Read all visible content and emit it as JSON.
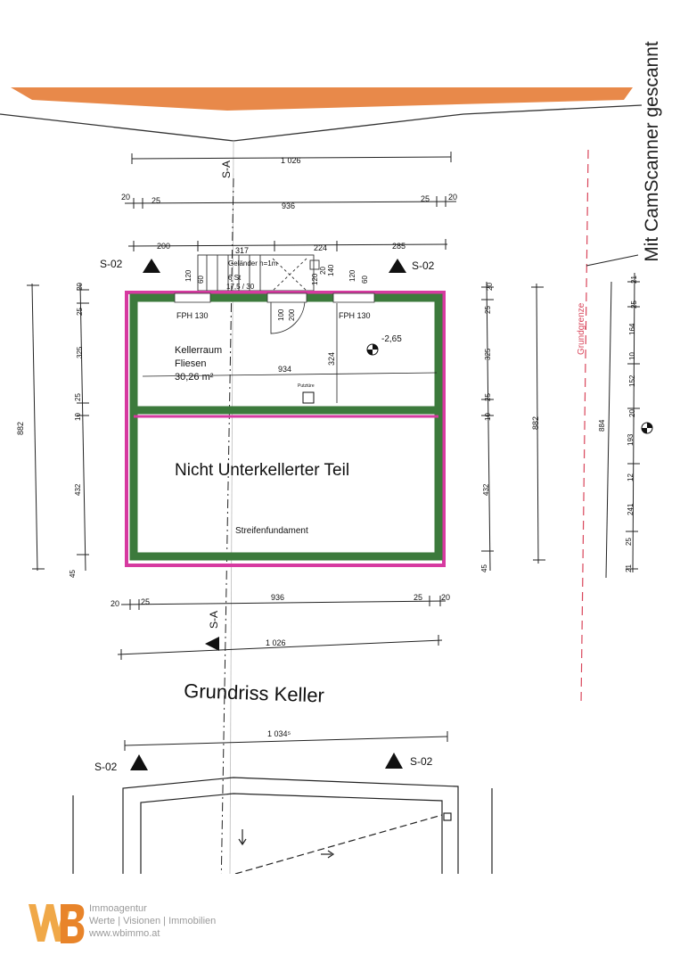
{
  "title": "Grundriss Keller",
  "scanner_stamp": "Mit CamScanner gescannt",
  "grundgrenze": "Grundgrenze",
  "section_marks": {
    "sa": "S-A",
    "s02": "S-02"
  },
  "room": {
    "name": "Kellerraum",
    "floor": "Fliesen",
    "area": "30,26 m²",
    "level": "-2,65"
  },
  "unexcavated": "Nicht Unterkellerter Teil",
  "foundation": "Streifenfundament",
  "windows": {
    "left": "FPH 130",
    "right": "FPH 130"
  },
  "stair": {
    "railing": "Geländer h=1m",
    "steps": "6 St",
    "ratio": "17,5 / 30",
    "door_w": "100",
    "door_h": "200"
  },
  "small_label": "Putztüre",
  "dims": {
    "top_total": "1 026",
    "top_inner": "936",
    "top_20a": "20",
    "top_25a": "25",
    "top_25b": "25",
    "top_20b": "20",
    "seg_200": "200",
    "seg_317": "317",
    "seg_224": "224",
    "seg_285": "285",
    "v_120a": "120",
    "v_60a": "60",
    "v_120b": "120",
    "v_20b": "20",
    "v_140": "140",
    "v_120c": "120",
    "v_60c": "60",
    "inner_w": "934",
    "inner_h": "324",
    "left_total": "882",
    "l_20": "20",
    "l_25": "25",
    "l_325": "325",
    "l_25b": "25",
    "l_10": "10",
    "l_432": "432",
    "l_45": "45",
    "r_20": "20",
    "r_25": "25",
    "r_325": "325",
    "r_25b": "25",
    "r_10": "10",
    "r_432": "432",
    "r_45": "45",
    "r_total": "882",
    "f_884": "884",
    "f_21": "21",
    "f_25": "25",
    "f_164": "164",
    "f_10": "10",
    "f_152": "152",
    "f_20": "20",
    "f_193": "193",
    "f_12": "12",
    "f_241": "241",
    "f_25b": "25",
    "f_21b": "21",
    "bot_inner": "936",
    "bot_20a": "20",
    "bot_25a": "25",
    "bot_25b": "25",
    "bot_20b": "20",
    "bot_total": "1 026",
    "next_total": "1 034⁵"
  },
  "footer": {
    "line1": "Immoagentur",
    "line2": "Werte | Visionen | Immobilien",
    "line3": "www.wbimmo.at"
  }
}
